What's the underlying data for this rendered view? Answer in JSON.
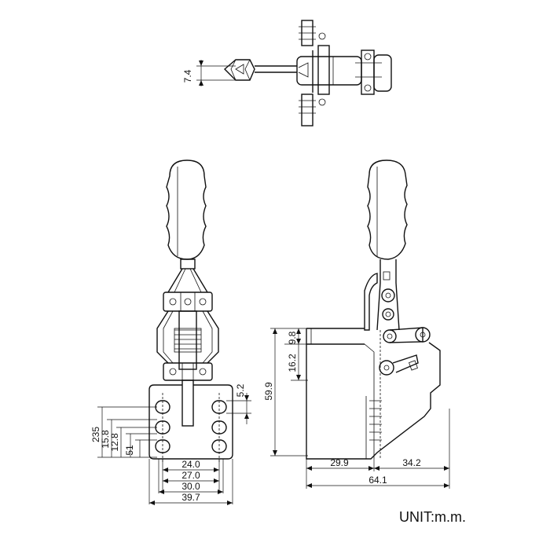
{
  "unit_label": "UNIT:m.m.",
  "top_view": {
    "dims": {
      "d7_4": "7.4"
    }
  },
  "front_view": {
    "dims": {
      "d5_2": "5.2",
      "d235": "235",
      "d15_8": "15.8",
      "d12_8": "12.8",
      "d51": "51",
      "d24_0": "24.0",
      "d27_0": "27.0",
      "d30_0": "30.0",
      "d39_7": "39.7"
    }
  },
  "side_view": {
    "dims": {
      "d9_8": "9.8",
      "d16_2": "16.2",
      "d59_9": "59.9",
      "d29_9": "29.9",
      "d34_2": "34.2",
      "d64_1": "64.1"
    }
  }
}
